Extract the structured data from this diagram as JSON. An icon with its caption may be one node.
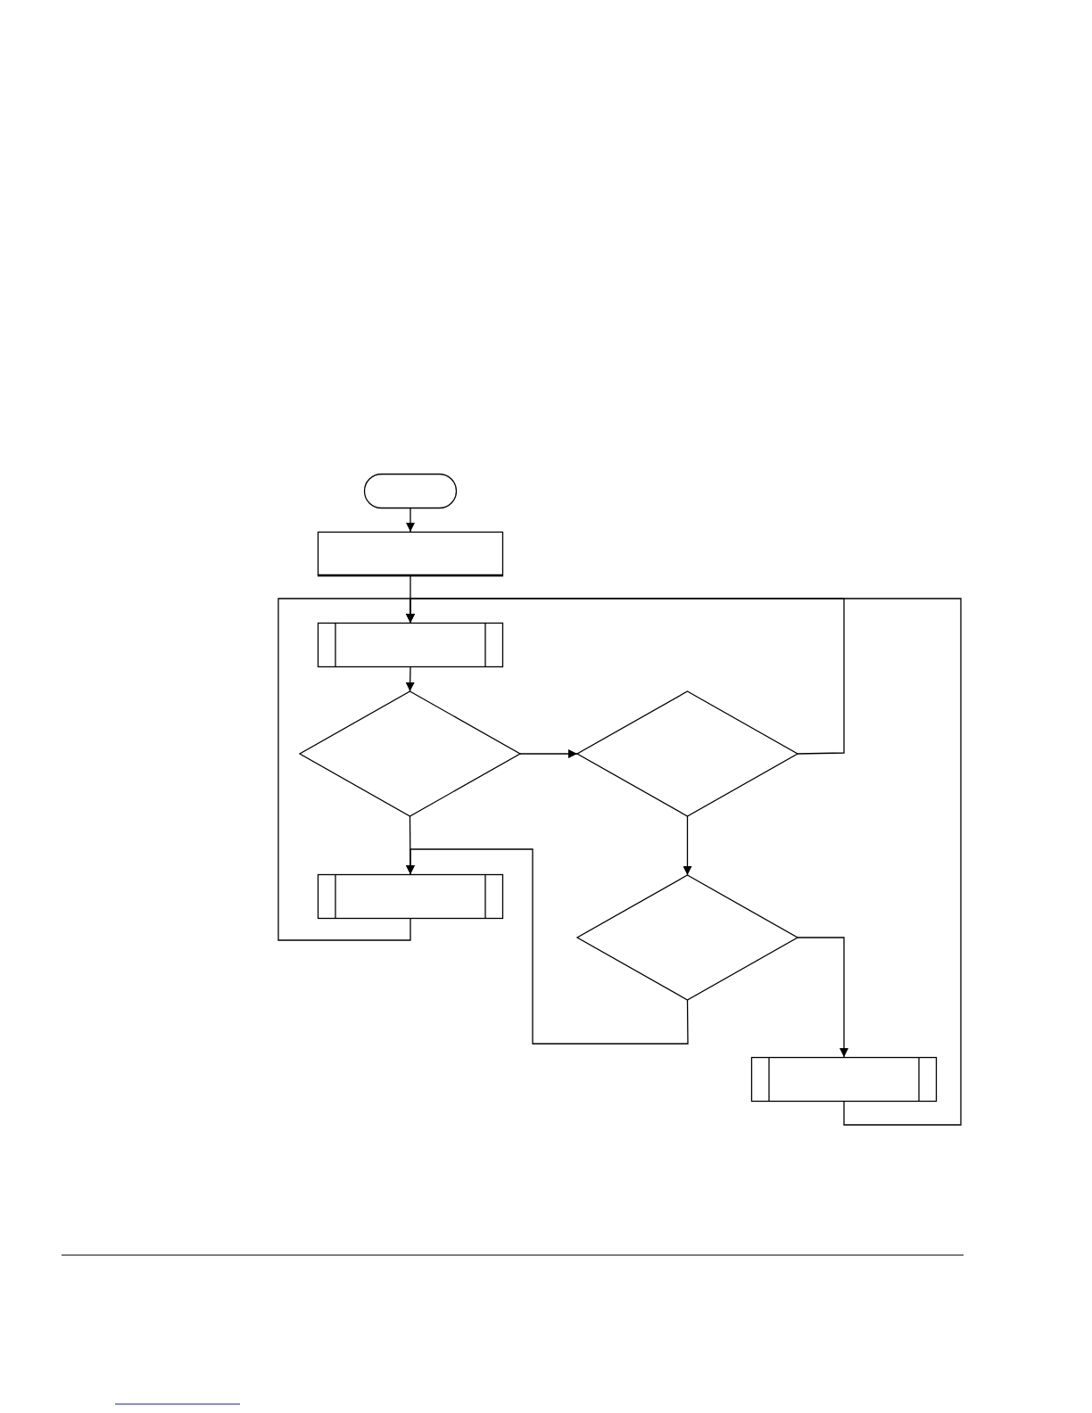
{
  "diagram": {
    "nodes": [
      {
        "text": [],
        "shape": "oval"
      },
      {
        "text": [],
        "shape": "box"
      },
      {
        "text": [],
        "shape": "subroutine"
      },
      {
        "text": [],
        "shape": "diamond"
      },
      {
        "text": [],
        "shape": "diamond"
      },
      {
        "text": [],
        "shape": "subroutine"
      },
      {
        "text": [],
        "shape": "diamond"
      },
      {
        "text": [],
        "shape": "subroutine"
      }
    ],
    "edges": [
      {
        "from": 0,
        "to": 1,
        "arrow": "to"
      },
      {
        "from": 1,
        "to": 2,
        "arrow": "to"
      },
      {
        "from": 5,
        "to": 2,
        "arrow": "to"
      },
      {
        "from": 7,
        "to": 2,
        "arrow": "to"
      },
      {
        "from": 4,
        "to": 2,
        "arrow": "to"
      },
      {
        "from": 2,
        "to": 3,
        "arrow": "to"
      },
      {
        "from": 3,
        "to": 4,
        "arrow": "to"
      },
      {
        "from": 3,
        "to": 5,
        "arrow": "to"
      },
      {
        "from": 4,
        "to": 6,
        "arrow": "to"
      },
      {
        "from": 6,
        "to": 7,
        "arrow": "to"
      },
      {
        "from": 6,
        "to": 5,
        "arrow": "to"
      }
    ]
  }
}
